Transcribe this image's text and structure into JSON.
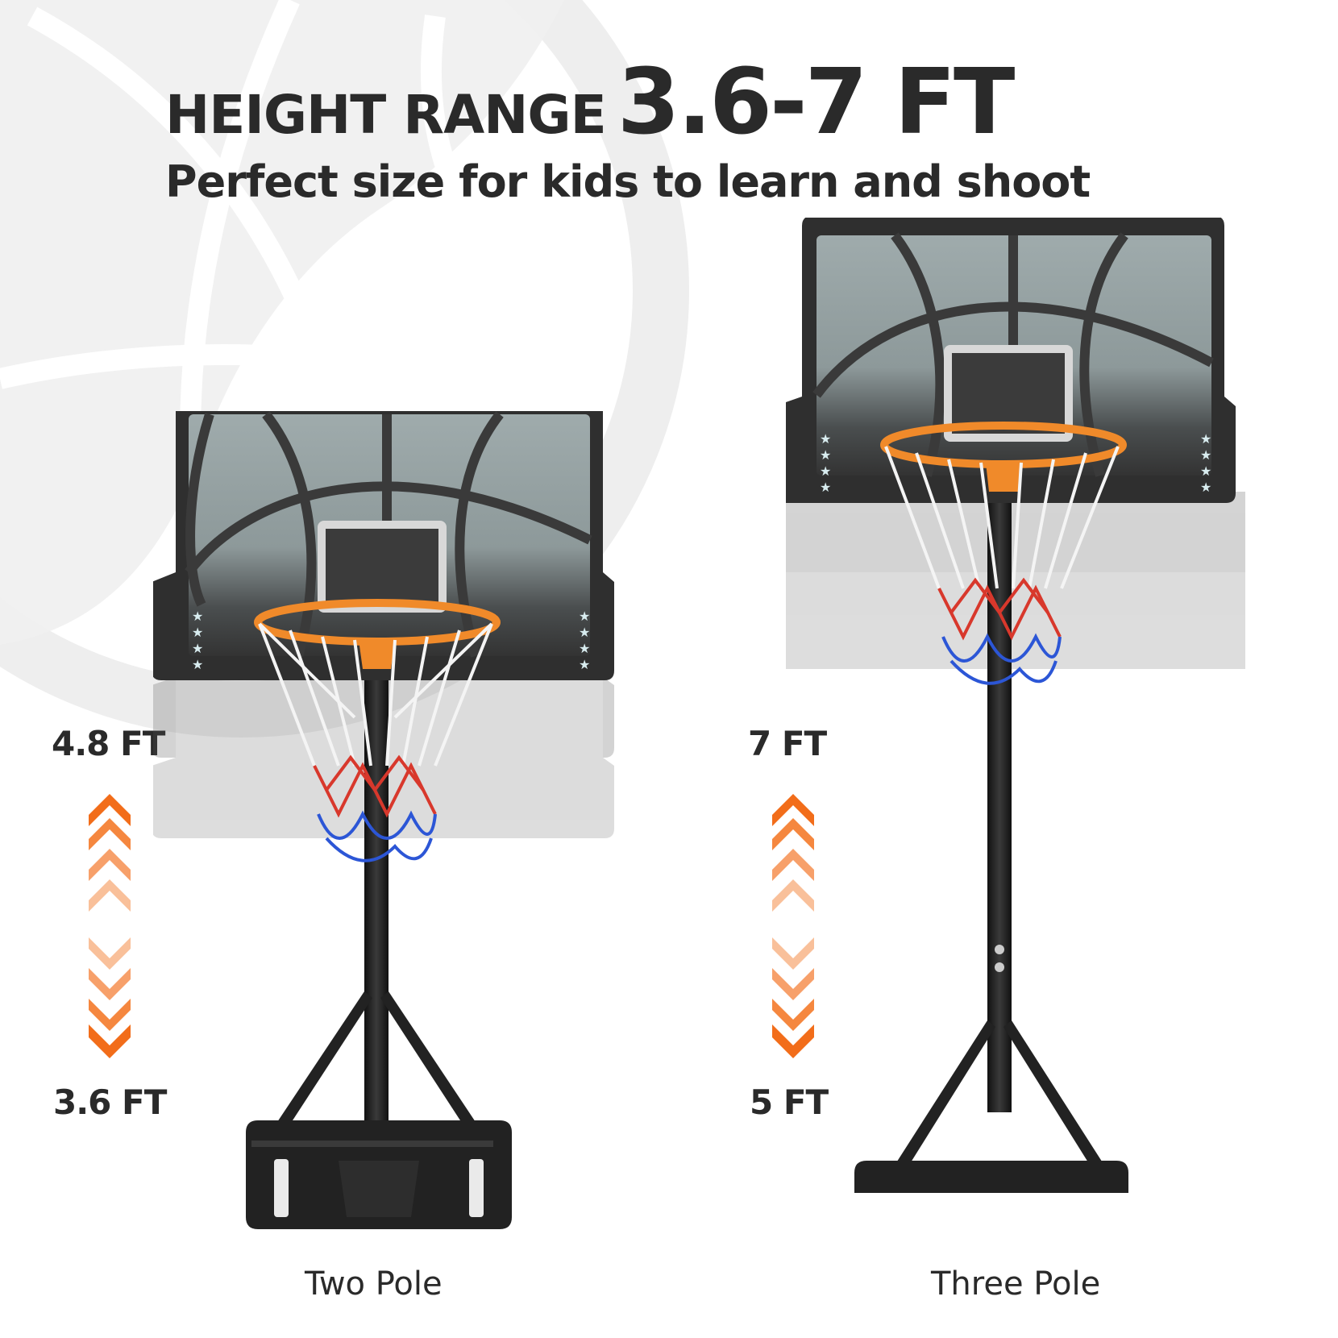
{
  "headline": {
    "lead": "HEIGHT RANGE",
    "range": "3.6-7 FT",
    "subtitle": "Perfect size for kids to learn and shoot"
  },
  "products": [
    {
      "caption": "Two Pole",
      "max_height": "4.8 FT",
      "min_height": "3.6 FT"
    },
    {
      "caption": "Three Pole",
      "max_height": "7 FT",
      "min_height": "5 FT"
    }
  ],
  "colors": {
    "text": "#2a2a2a",
    "accent_orange": "#f26d1a",
    "rim_orange": "#f08a2a",
    "backboard_frame": "#2f2f2f",
    "backboard_glass": "#9aa7a8",
    "net_red": "#d8382c",
    "net_blue": "#2c56d6",
    "background_ball": "#ededed"
  }
}
